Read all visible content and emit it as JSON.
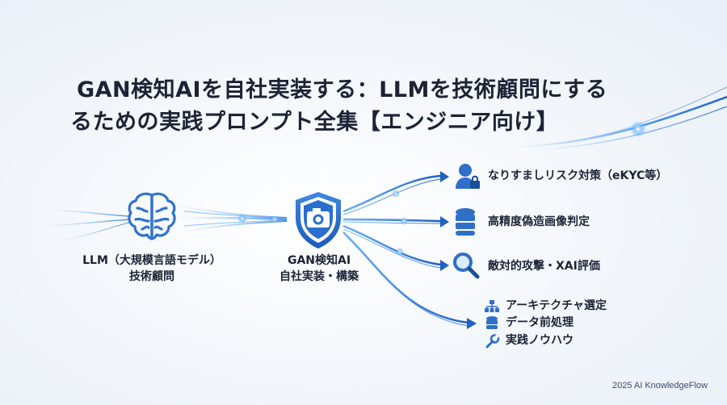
{
  "title": {
    "line1": "GAN検知AIを自社実装する：LLMを技術顧問にする",
    "line2": "るための実践プロンプト全集【エンジニア向け】"
  },
  "nodes": {
    "llm": {
      "line1": "LLM（大規模言語モデル）",
      "line2": "技術顧問",
      "icon": "brain-icon"
    },
    "gan": {
      "line1": "GAN検知AI",
      "line2": "自社実装・構築",
      "icon": "shield-camera-icon"
    }
  },
  "outputs": [
    {
      "label": "なりすましリスク対策（eKYC等）",
      "icon": "user-lock-icon"
    },
    {
      "label": "高精度偽造画像判定",
      "icon": "database-icon"
    },
    {
      "label": "敵対的攻撃・XAI評価",
      "icon": "magnifier-icon"
    }
  ],
  "sub_items": [
    {
      "label": "アーキテクチャ選定",
      "icon": "hierarchy-icon"
    },
    {
      "label": "データ前処理",
      "icon": "database-icon"
    },
    {
      "label": "実践ノウハウ",
      "icon": "wrench-icon"
    }
  ],
  "footer": {
    "brand": "2025 AI KnowledgeFlow"
  },
  "colors": {
    "accent": "#1f5fb4",
    "glow": "#4da3ff",
    "text": "#1b2335"
  }
}
